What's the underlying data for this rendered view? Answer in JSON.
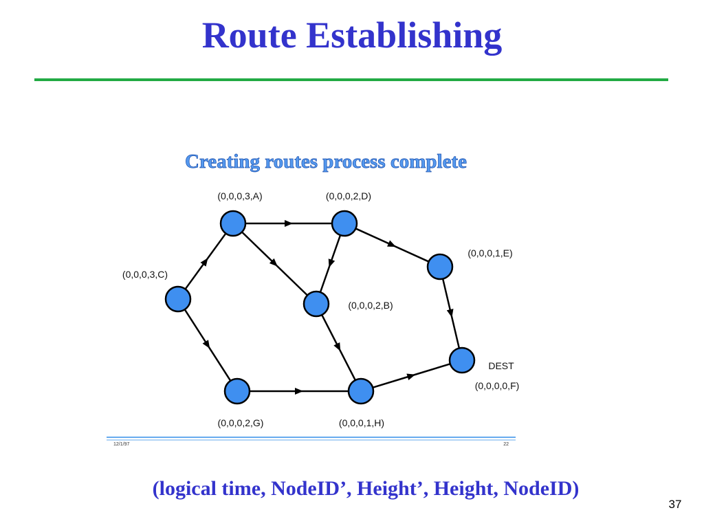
{
  "slide": {
    "title": "Route Establishing",
    "caption": "(logical time, NodeID’, Height’, Height, NodeID)",
    "page_number": "37"
  },
  "figure": {
    "subtitle": "Creating routes process complete",
    "footer_left": "12/1/97",
    "footer_right": "22",
    "nodes": [
      {
        "id": "A",
        "label": "(0,0,0,3,A)"
      },
      {
        "id": "D",
        "label": "(0,0,0,2,D)"
      },
      {
        "id": "E",
        "label": "(0,0,0,1,E)"
      },
      {
        "id": "C",
        "label": "(0,0,0,3,C)"
      },
      {
        "id": "B",
        "label": "(0,0,0,2,B)"
      },
      {
        "id": "F",
        "label": "(0,0,0,0,F)",
        "tag": "DEST"
      },
      {
        "id": "G",
        "label": "(0,0,0,2,G)"
      },
      {
        "id": "H",
        "label": "(0,0,0,1,H)"
      }
    ],
    "edges": [
      {
        "from": "C",
        "to": "A"
      },
      {
        "from": "C",
        "to": "G"
      },
      {
        "from": "A",
        "to": "D"
      },
      {
        "from": "A",
        "to": "B"
      },
      {
        "from": "D",
        "to": "B"
      },
      {
        "from": "D",
        "to": "E"
      },
      {
        "from": "B",
        "to": "H"
      },
      {
        "from": "G",
        "to": "H"
      },
      {
        "from": "E",
        "to": "F"
      },
      {
        "from": "H",
        "to": "F"
      }
    ]
  },
  "colors": {
    "title": "#3333cc",
    "rule": "#22aa44",
    "node_fill": "#3f8ff0",
    "edge": "#000000"
  }
}
